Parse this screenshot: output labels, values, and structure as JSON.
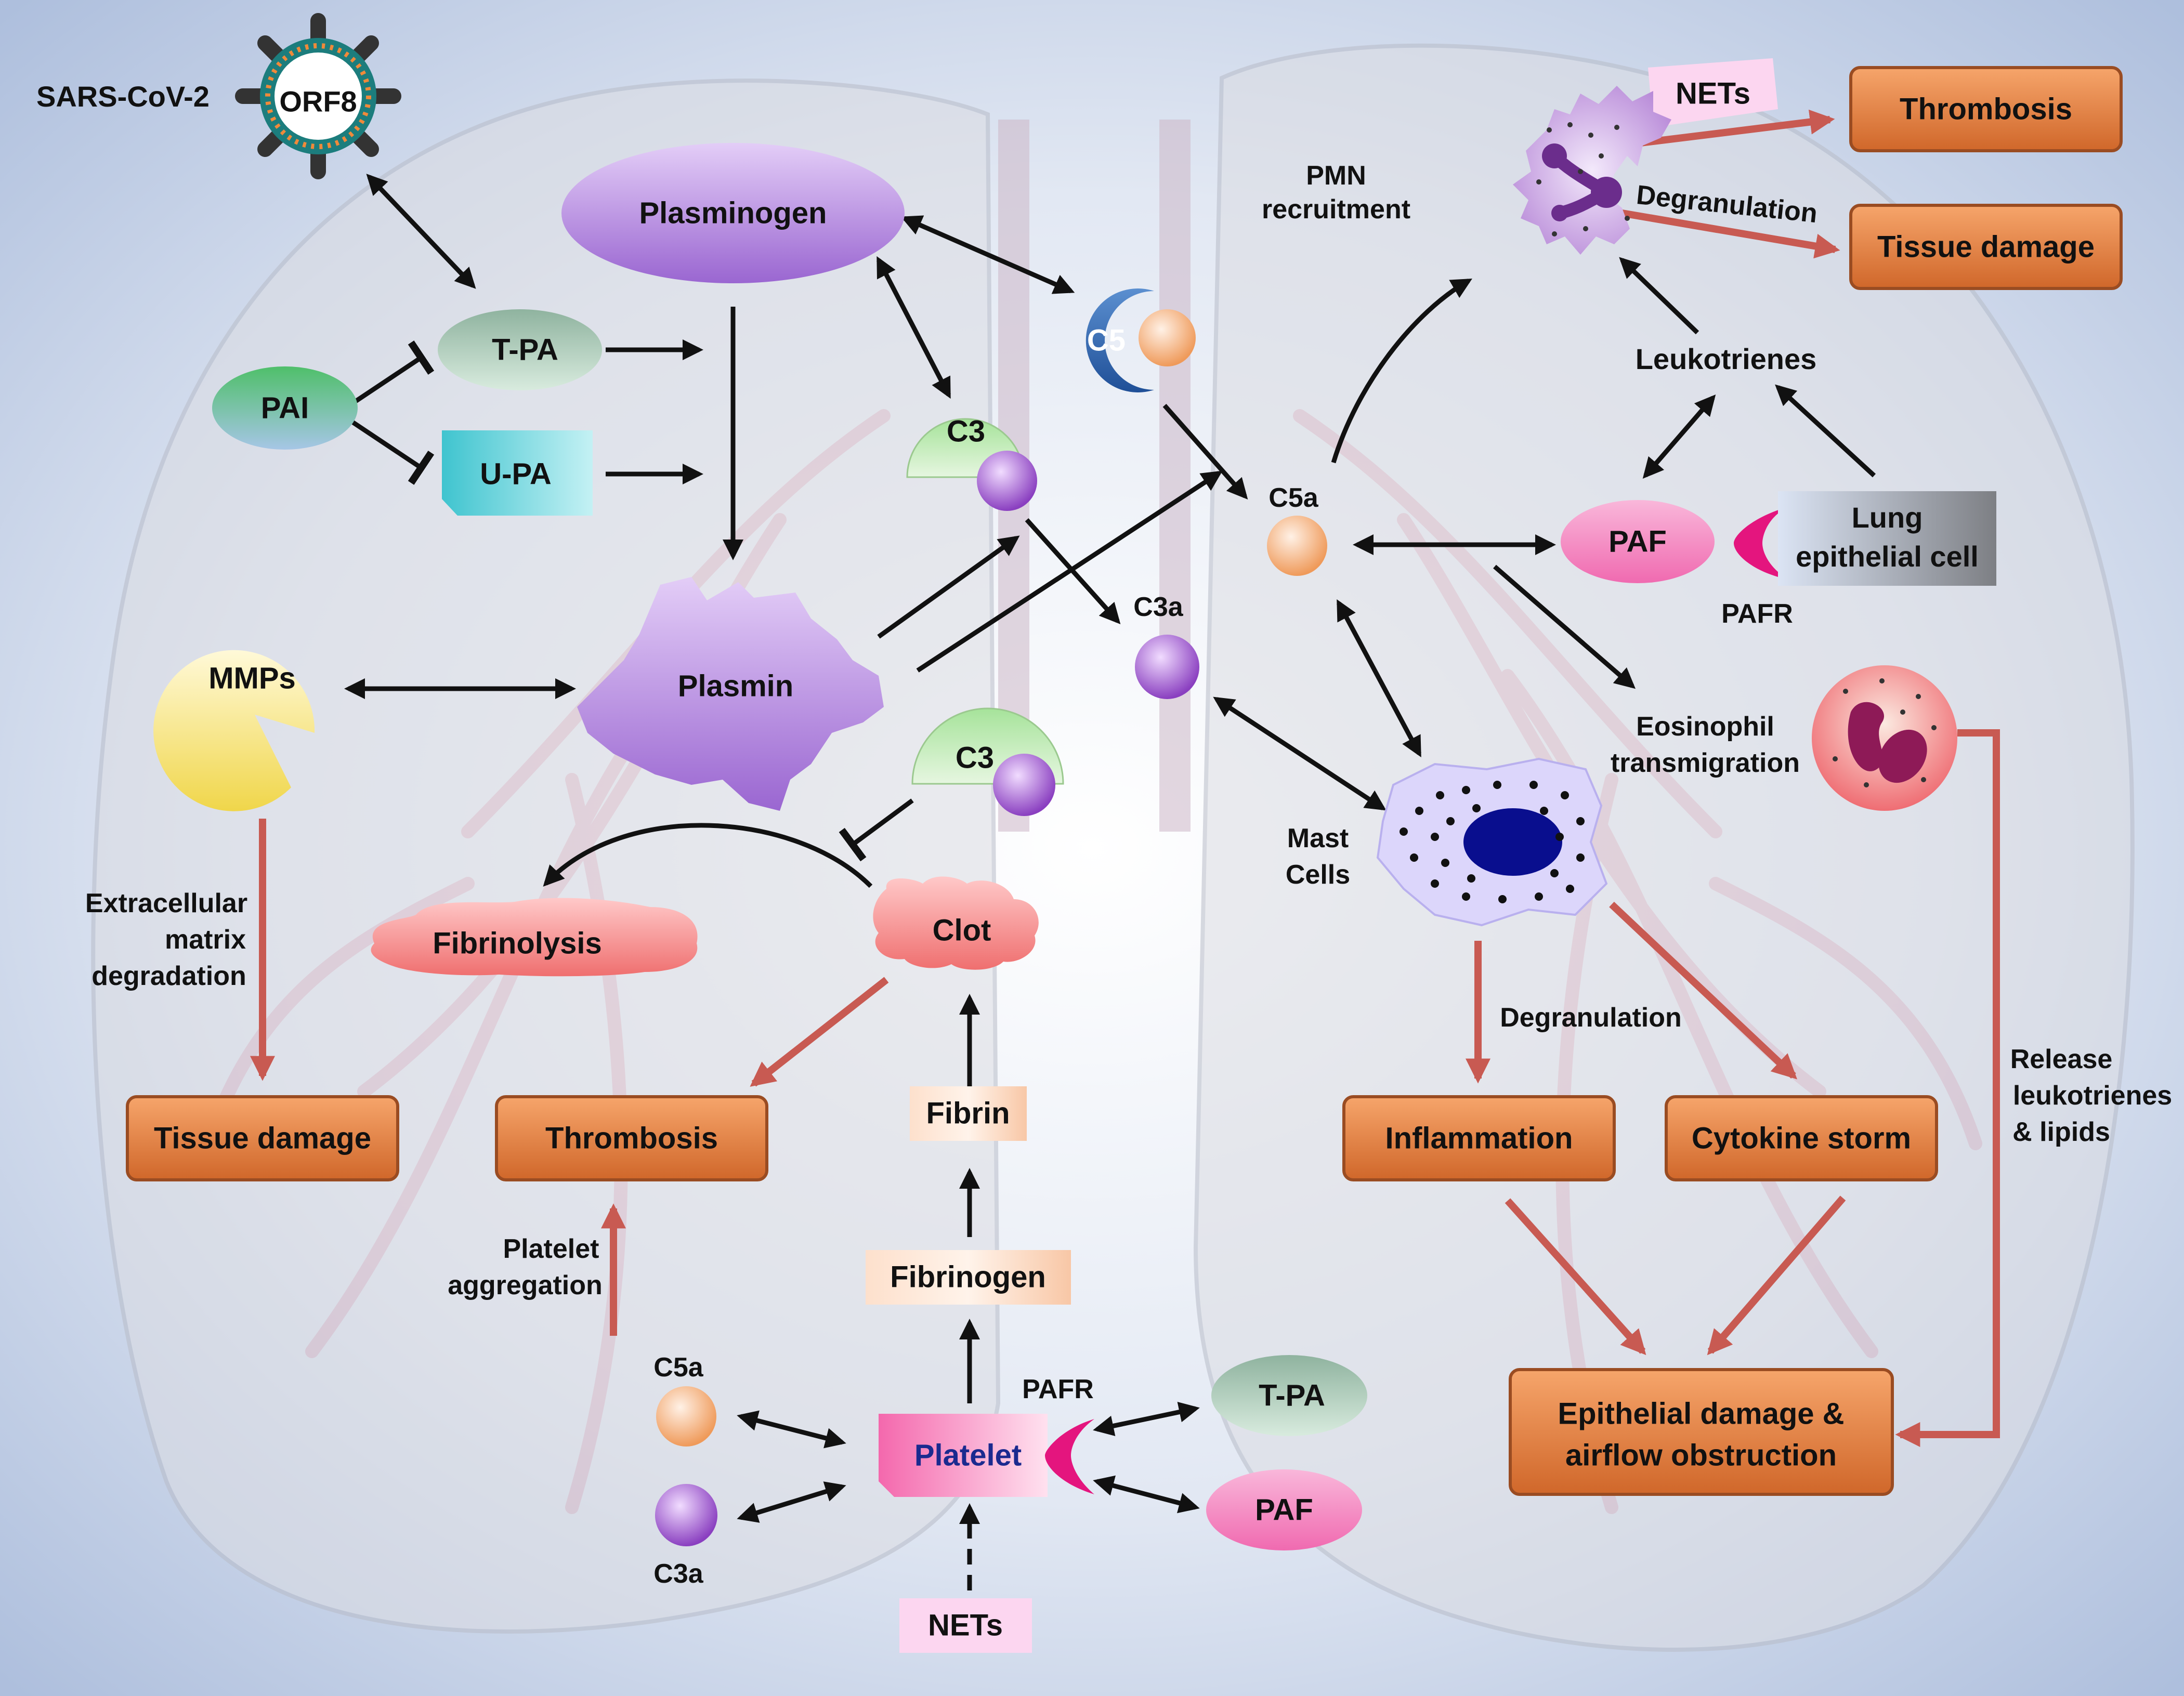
{
  "title": "SARS-CoV-2",
  "virus": {
    "label": "ORF8"
  },
  "nodes": {
    "plasminogen": "Plasminogen",
    "tpa": "T-PA",
    "upa": "U-PA",
    "pai": "PAI",
    "plasmin": "Plasmin",
    "mmps": "MMPs",
    "c5": "C5",
    "c3_top": "C3",
    "c3a": "C3a",
    "c5a": "C5a",
    "c3_mid": "C3",
    "fibrinolysis": "Fibrinolysis",
    "clot": "Clot",
    "fibrin": "Fibrin",
    "fibrinogen": "Fibrinogen",
    "platelet": "Platelet",
    "platelet_pafr": "PAFR",
    "c5a_bottom": "C5a",
    "c3a_bottom": "C3a",
    "tpa_bottom": "T-PA",
    "paf_bottom": "PAF",
    "nets_bottom": "NETs",
    "nets_top": "NETs",
    "paf": "PAF",
    "pafr": "PAFR",
    "lung_cell": [
      "Lung",
      "epithelial cell"
    ],
    "leukotrienes": "Leukotrienes",
    "pmn_recruitment": [
      "PMN",
      "recruitment"
    ],
    "degranulation_top": "Degranulation",
    "eosinophil": [
      "Eosinophil",
      "transmigration"
    ],
    "mast_cells": [
      "Mast",
      "Cells"
    ],
    "degranulation_mid": "Degranulation",
    "ecm": [
      "Extracellular",
      "matrix",
      "degradation"
    ],
    "platelet_aggregation": [
      "Platelet",
      "aggregation"
    ],
    "release": [
      "Release",
      "leukotrienes",
      "& lipids"
    ]
  },
  "outcomes": {
    "thrombosis_top": "Thrombosis",
    "tissue_damage_top": "Tissue damage",
    "tissue_damage_left": "Tissue damage",
    "thrombosis_left": "Thrombosis",
    "inflammation": "Inflammation",
    "cytokine_storm": "Cytokine storm",
    "epithelial": [
      "Epithelial damage &",
      "airflow obstruction"
    ]
  },
  "colors": {
    "outcome_fill": "#d9773a",
    "red_arrow": "#c85a52",
    "black_arrow": "#111111",
    "purple": "#a877d8",
    "pink": "#f07ab8"
  }
}
